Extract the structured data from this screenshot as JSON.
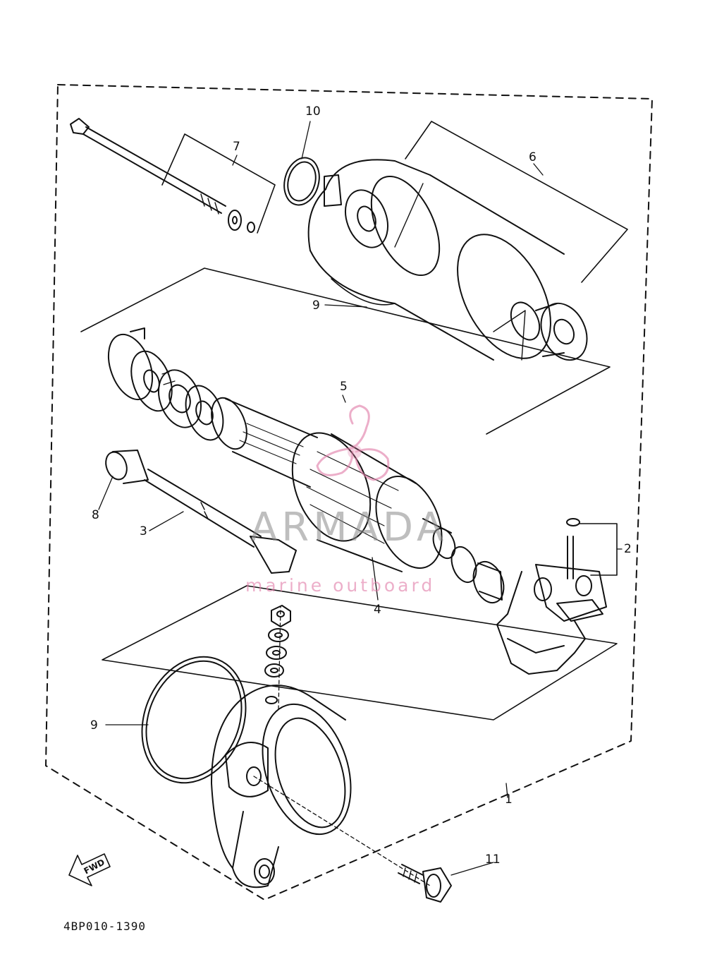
{
  "callouts": {
    "c1": "1",
    "c2": "2",
    "c3": "3",
    "c4": "4",
    "c5": "5",
    "c6": "6",
    "c7": "7",
    "c8": "8",
    "c9_top": "9",
    "c9_bottom": "9",
    "c10": "10",
    "c11": "11"
  },
  "direction_label": "FWD",
  "reference_code": "4BP010-1390",
  "watermark": {
    "brand": "ARMADA",
    "tagline": "marine outboard"
  },
  "colors": {
    "line": "#111111",
    "watermark_pink": "#e07aa6",
    "watermark_gray": "#8a8a8a"
  }
}
